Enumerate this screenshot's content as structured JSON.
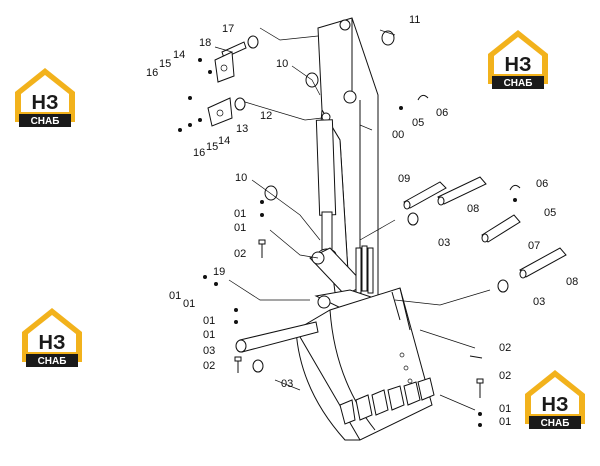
{
  "logo": {
    "mark": "НЗ",
    "caption": "СНАБ",
    "colors": {
      "frame": "#f2b21c",
      "text": "#1a1a1a",
      "plate": "#1a1a1a",
      "plate_text": "#ffffff"
    }
  },
  "callouts": {
    "c00": "00",
    "c01a": "01",
    "c01b": "01",
    "c01c": "01",
    "c01d": "01",
    "c01e": "01",
    "c01f": "01",
    "c01g": "01",
    "c01h": "01",
    "c02a": "02",
    "c02b": "02",
    "c02c": "02",
    "c02d": "02",
    "c03a": "03",
    "c03b": "03",
    "c03c": "03",
    "c03d": "03",
    "c05a": "05",
    "c05b": "05",
    "c06a": "06",
    "c06b": "06",
    "c07": "07",
    "c08a": "08",
    "c08b": "08",
    "c09": "09",
    "c10a": "10",
    "c10b": "10",
    "c11": "11",
    "c12": "12",
    "c13": "13",
    "c14a": "14",
    "c14b": "14",
    "c15a": "15",
    "c15b": "15",
    "c16a": "16",
    "c16b": "16",
    "c17": "17",
    "c18": "18",
    "c19": "19"
  }
}
